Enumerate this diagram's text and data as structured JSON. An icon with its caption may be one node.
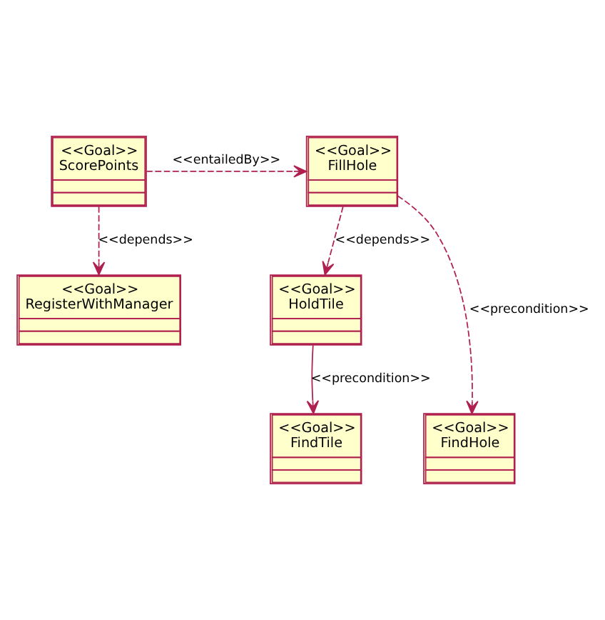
{
  "diagram": {
    "nodes": [
      {
        "text": [
          "<<Goal>>",
          "RegisterWithManager"
        ]
      },
      {
        "text": [
          "<<Goal>>",
          "ScorePoints"
        ]
      },
      {
        "text": [
          "<<Goal>>",
          "FillHole"
        ]
      },
      {
        "text": [
          "<<Goal>>",
          "HoldTile"
        ]
      },
      {
        "text": [
          "<<Goal>>",
          "FindTile"
        ]
      },
      {
        "text": [
          "<<Goal>>",
          "FindHole"
        ]
      }
    ],
    "edges": [
      {
        "from": 1,
        "to": 0,
        "arrow": "to",
        "label": "<<depends>>",
        "style": "dashed"
      },
      {
        "from": 1,
        "to": 2,
        "arrow": "to",
        "label": "<<entailedBy>>",
        "style": "dashed"
      },
      {
        "from": 2,
        "to": 3,
        "arrow": "to",
        "label": "<<depends>>",
        "style": "dashed"
      },
      {
        "from": 2,
        "to": 5,
        "arrow": "to",
        "label": "<<precondition>>",
        "style": "dashed"
      },
      {
        "from": 3,
        "to": 4,
        "arrow": "to",
        "label": "<<precondition>>"
      }
    ]
  }
}
